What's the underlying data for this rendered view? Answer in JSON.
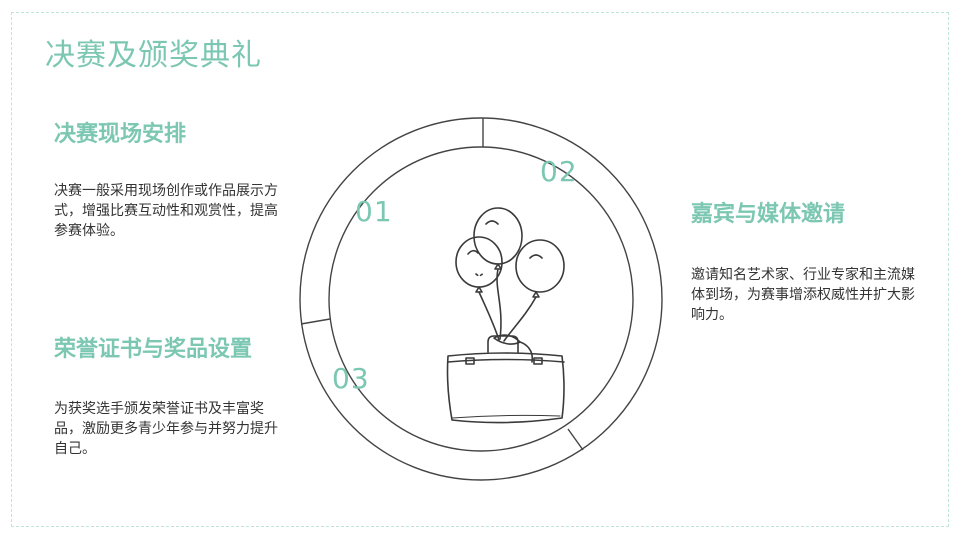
{
  "page": {
    "title": "决赛及颁奖典礼"
  },
  "sections": [
    {
      "heading": "决赛现场安排",
      "body": "决赛一般采用现场创作或作品展示方式，增强比赛互动性和观赏性，提高参赛体验。"
    },
    {
      "heading": "嘉宾与媒体邀请",
      "body": "邀请知名艺术家、行业专家和主流媒体到场，为赛事增添权威性并扩大影响力。"
    },
    {
      "heading": "荣誉证书与奖品设置",
      "body": "为获奖选手颁发荣誉证书及丰富奖品，激励更多青少年参与并努力提升自己。"
    }
  ],
  "diagram": {
    "segment_numbers": [
      "01",
      "02",
      "03"
    ],
    "illustration": "balloons-suitcase-icon"
  },
  "colors": {
    "accent": "#7cc7b2",
    "frame": "#bfe4da",
    "text": "#333333",
    "line": "#444444"
  }
}
